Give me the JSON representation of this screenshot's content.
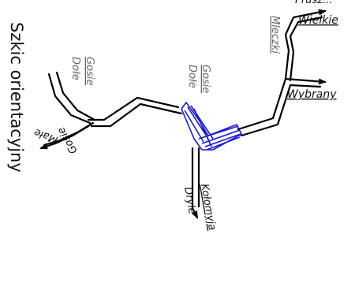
{
  "title": "Szkic orientacyjny",
  "stations": {
    "gosie_dolne_main": {
      "line1": "Gosie",
      "line2": "Dołe"
    },
    "gosie_dolne_left": {
      "line1": "Gosie",
      "line2": "Dołe"
    },
    "gosie_male": {
      "line1": "Gosie",
      "line2": "Małe"
    },
    "kolomyja_dryle": {
      "line1": "Kołomyja",
      "line2": "Dryle"
    },
    "wybrany": "Wybrany",
    "mleczki": "Mleczki",
    "wielkie": "Wielkie",
    "top_partial": "Prusz..."
  },
  "colors": {
    "track": "#000000",
    "station_area": "#1a1ac8"
  }
}
